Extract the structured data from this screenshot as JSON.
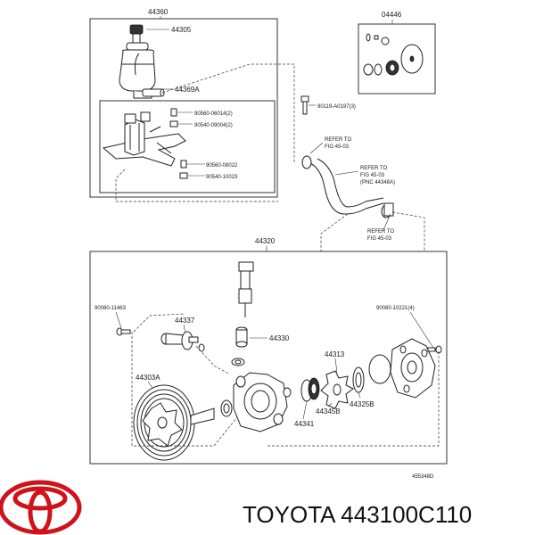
{
  "labels": {
    "reservoir_assy": "44360",
    "reservoir_cap": "44305",
    "kit": "04446",
    "bracket": "44369A",
    "b1": "90560-06014(2)",
    "b2": "90540-09004(2)",
    "b3": "90560-08022",
    "b4": "90540-10023",
    "bolt_top": "90119-A0197(3)",
    "refer1_line1": "REFER TO",
    "refer1_line2": "FIG 45-03",
    "refer2_line1": "REFER TO",
    "refer2_line2": "FIG 45-03",
    "refer2_line3": "(PNC 44348A)",
    "refer3_line1": "REFER TO",
    "refer3_line2": "FIG 45-03",
    "pump_assy": "44320",
    "bolt_left": "90080-11463",
    "bolt_right": "90080-10221(4)",
    "union": "44337",
    "valve": "44330",
    "rotor": "44313",
    "pulley": "44303A",
    "ring": "44345B",
    "plate": "44325B",
    "shaft": "44341",
    "diagram_code": "455348D"
  },
  "brand": {
    "name": "TOYOTA 443100C110",
    "logo_color": "#d0121b"
  }
}
